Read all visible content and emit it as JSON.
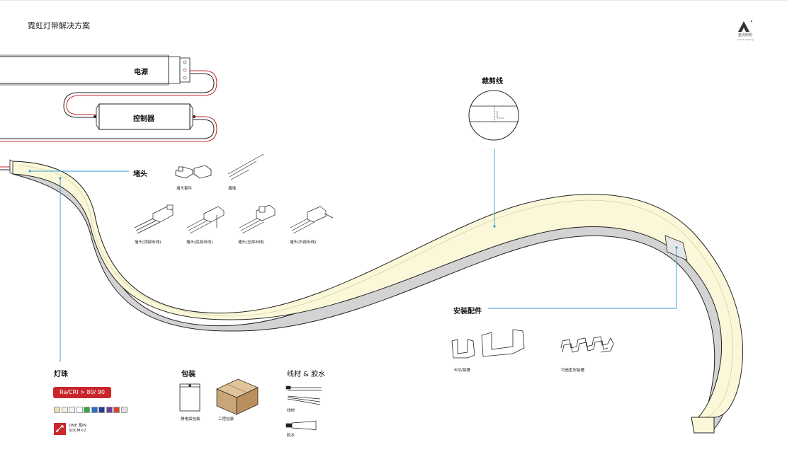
{
  "page": {
    "title": "霓虹灯带解决方案"
  },
  "logo": {
    "name": "重点照明",
    "sub": "Accent Lighting"
  },
  "labels": {
    "power": "电源",
    "controller": "控制器",
    "endcap": "堵头",
    "cutline": "裁剪线",
    "mounting": "安装配件",
    "led": "灯珠",
    "packaging": "包装",
    "wire_glue": "线材 & 胶水"
  },
  "endcap_items": {
    "set": "堵头套件",
    "plug": "堵堵",
    "top": "堵头(顶部出线)",
    "bottom": "堵头(底部出线)",
    "left": "堵头(左部出线)",
    "right": "堵头(右部出线)"
  },
  "mounting_items": {
    "clip": "卡扣/铝槽",
    "shape": "可造型安装槽"
  },
  "packaging_items": {
    "bag": "静电袋包装",
    "box": "工程包装"
  },
  "wire_items": {
    "wire": "线材",
    "glue": "胶水"
  },
  "led_info": {
    "cri": "Ra/CRI > 80/ 90",
    "diniq_line1": "DNE 驱IN",
    "diniq_line2": "SDCM<2"
  },
  "colors": {
    "accent_red": "#c8262c",
    "callout_blue": "#2a9fd6",
    "strip_face": "#fbf8d9",
    "strip_side": "#d3d3d3",
    "wire_red": "#c8262c"
  },
  "chip_colors": [
    "#e8e2b0",
    "#f2efe0",
    "#f5f5f5",
    "#ffffff",
    "#2fa84f",
    "#2d6fc4",
    "#1e3f8f",
    "#6b3fa0",
    "#d8462b",
    "#e0e0e0"
  ]
}
